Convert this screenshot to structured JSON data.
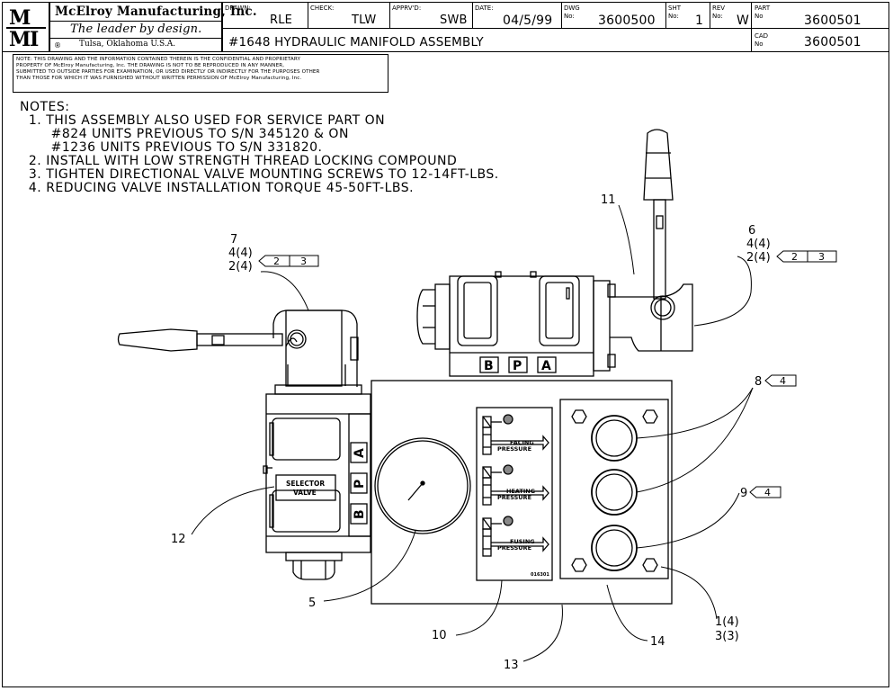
{
  "title_block": {
    "company_name": "McElroy Manufacturing, Inc.",
    "tagline": "The leader by design.",
    "location": "Tulsa, Oklahoma U.S.A.",
    "registered": "®",
    "logo_letters": "MMI",
    "drawn_label": "DRAWN:",
    "drawn_value": "RLE",
    "check_label": "CHECK:",
    "check_value": "TLW",
    "apprvd_label": "APPRV'D:",
    "apprvd_value": "SWB",
    "date_label": "DATE:",
    "date_value": "04/5/99",
    "dwg_label_1": "DWG",
    "dwg_label_2": "No:",
    "dwg_value": "3600500",
    "sht_label_1": "SHT",
    "sht_label_2": "No:",
    "sht_value": "1",
    "rev_label_1": "REV",
    "rev_label_2": "No:",
    "rev_value": "W",
    "part_label_1": "PART",
    "part_label_2": "No",
    "part_value": "3600501",
    "cad_label_1": "CAD",
    "cad_label_2": "No",
    "cad_value": "3600501",
    "drawing_title": "#1648 HYDRAULIC MANIFOLD ASSEMBLY"
  },
  "confidential_note": [
    "NOTE: THIS DRAWING AND THE INFORMATION CONTAINED THEREIN IS THE CONFIDENTIAL AND PROPRIETARY",
    "PROPERTY OF McElroy Manufacturing, Inc. THE DRAWING IS NOT TO BE REPRODUCED IN ANY MANNER,",
    "SUBMITTED TO OUTSIDE PARTIES FOR EXAMINATION, OR USED DIRECTLY OR INDIRECTLY FOR THE PURPOSES OTHER",
    "THAN THOSE FOR WHICH IT WAS FURNISHED WITHOUT WRITTEN PERMISSION OF McElroy Manufacturing, Inc."
  ],
  "notes": {
    "heading": "NOTES:",
    "lines": [
      "  1. THIS ASSEMBLY ALSO USED FOR SERVICE PART ON",
      "       #824 UNITS PREVIOUS TO S/N 345120 & ON",
      "       #1236 UNITS PREVIOUS TO S/N 331820.",
      "  2. INSTALL WITH LOW STRENGTH THREAD LOCKING COMPOUND",
      "  3. TIGHTEN DIRECTIONAL VALVE MOUNTING SCREWS TO 12-14FT-LBS.",
      "  4. REDUCING VALVE INSTALLATION TORQUE 45-50FT-LBS."
    ]
  },
  "callouts": {
    "c1": "1(4)",
    "c3": "3(3)",
    "c5": "5",
    "c6": "6",
    "c6a": "4(4)",
    "c6b": "2(4)",
    "c7": "7",
    "c7a": "4(4)",
    "c7b": "2(4)",
    "c8": "8",
    "c9": "9",
    "c10": "10",
    "c11": "11",
    "c12": "12",
    "c13": "13",
    "c14": "14",
    "flag_2": "2",
    "flag_3": "3",
    "flag_4": "4"
  },
  "labels": {
    "port_b": "B",
    "port_p": "P",
    "port_a": "A",
    "selector_1": "SELECTOR",
    "selector_2": "VALVE",
    "facing_1": "FACING",
    "facing_2": "PRESSURE",
    "heating_1": "HEATING",
    "heating_2": "PRESSURE",
    "fusing_1": "FUSING",
    "fusing_2": "PRESSURE",
    "panel_code": "016301"
  }
}
